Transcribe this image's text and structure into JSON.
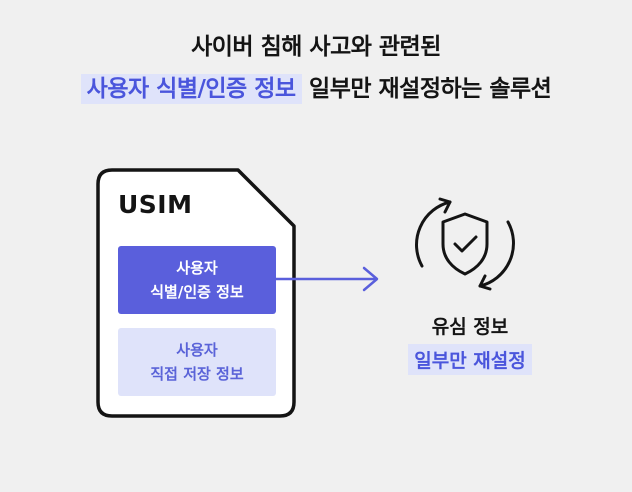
{
  "headline": {
    "line1": "사이버 침해 사고와 관련된",
    "line2_highlight": "사용자 식별/인증 정보",
    "line2_rest": " 일부만 재설정하는 솔루션"
  },
  "sim_card": {
    "title": "USIM",
    "primary_box": {
      "line1": "사용자",
      "line2": "식별/인증 정보"
    },
    "secondary_box": {
      "line1": "사용자",
      "line2": "직접 저장 정보"
    }
  },
  "result": {
    "title": "유심 정보",
    "subtitle": "일부만 재설정"
  },
  "colors": {
    "accent": "#5a5fdc",
    "highlight_bg": "#dfe3fa",
    "background": "#f0f0f0",
    "text": "#141414"
  },
  "icons": {
    "arrow": "arrow-right-icon",
    "result": "shield-check-refresh-icon"
  }
}
